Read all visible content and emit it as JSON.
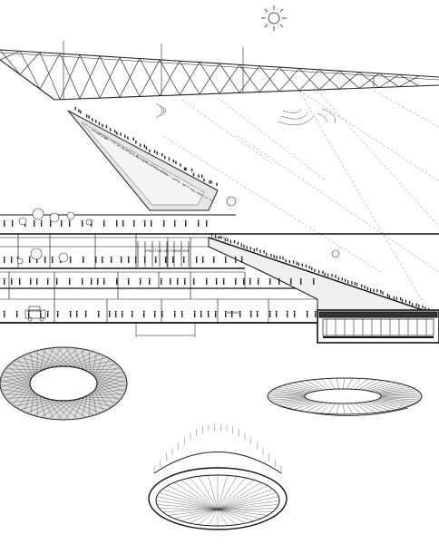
{
  "section": {
    "labels": {
      "roof": "",
      "aisle": "",
      "structure": "STRUCTURE DES FONDATIONS",
      "parking": "PARKING",
      "bottom_left": "",
      "bottom_mid": "",
      "bottom_right": ""
    }
  },
  "views": [
    {
      "kind": "perspective-roof"
    },
    {
      "kind": "perspective-bowl"
    },
    {
      "kind": "perspective-canopy"
    }
  ]
}
